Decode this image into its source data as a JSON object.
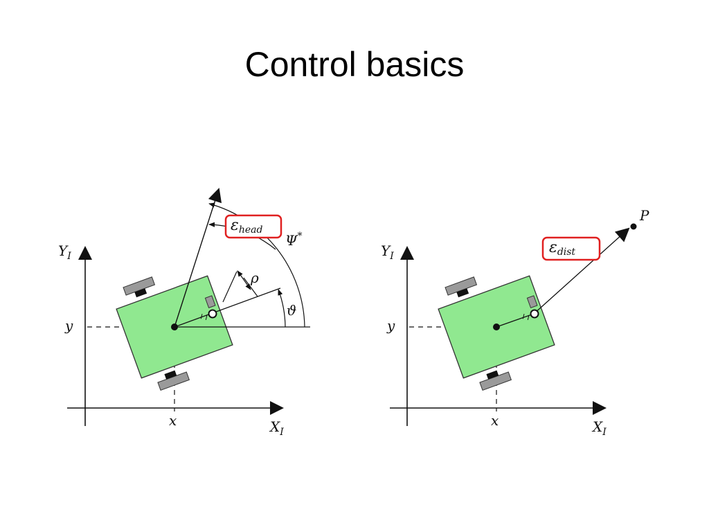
{
  "slide": {
    "title": "Control basics"
  },
  "left_diagram": {
    "x_axis_label": "X",
    "x_axis_sub": "I",
    "y_axis_label": "Y",
    "y_axis_sub": "I",
    "x_label": "x",
    "y_label": "y",
    "theta_label": "ϑ",
    "rho_label": "ρ",
    "psi_label": "Ψ",
    "psi_sup": "*",
    "error_symbol": "ε",
    "error_sub": "head",
    "robot_color": "#90e890",
    "wheel_color": "#9a9a9a",
    "highlight_color": "#e02020"
  },
  "right_diagram": {
    "x_axis_label": "X",
    "x_axis_sub": "I",
    "y_axis_label": "Y",
    "y_axis_sub": "I",
    "x_label": "x",
    "y_label": "y",
    "target_label": "P",
    "error_symbol": "ε",
    "error_sub": "dist",
    "robot_color": "#90e890",
    "wheel_color": "#9a9a9a",
    "highlight_color": "#e02020"
  }
}
